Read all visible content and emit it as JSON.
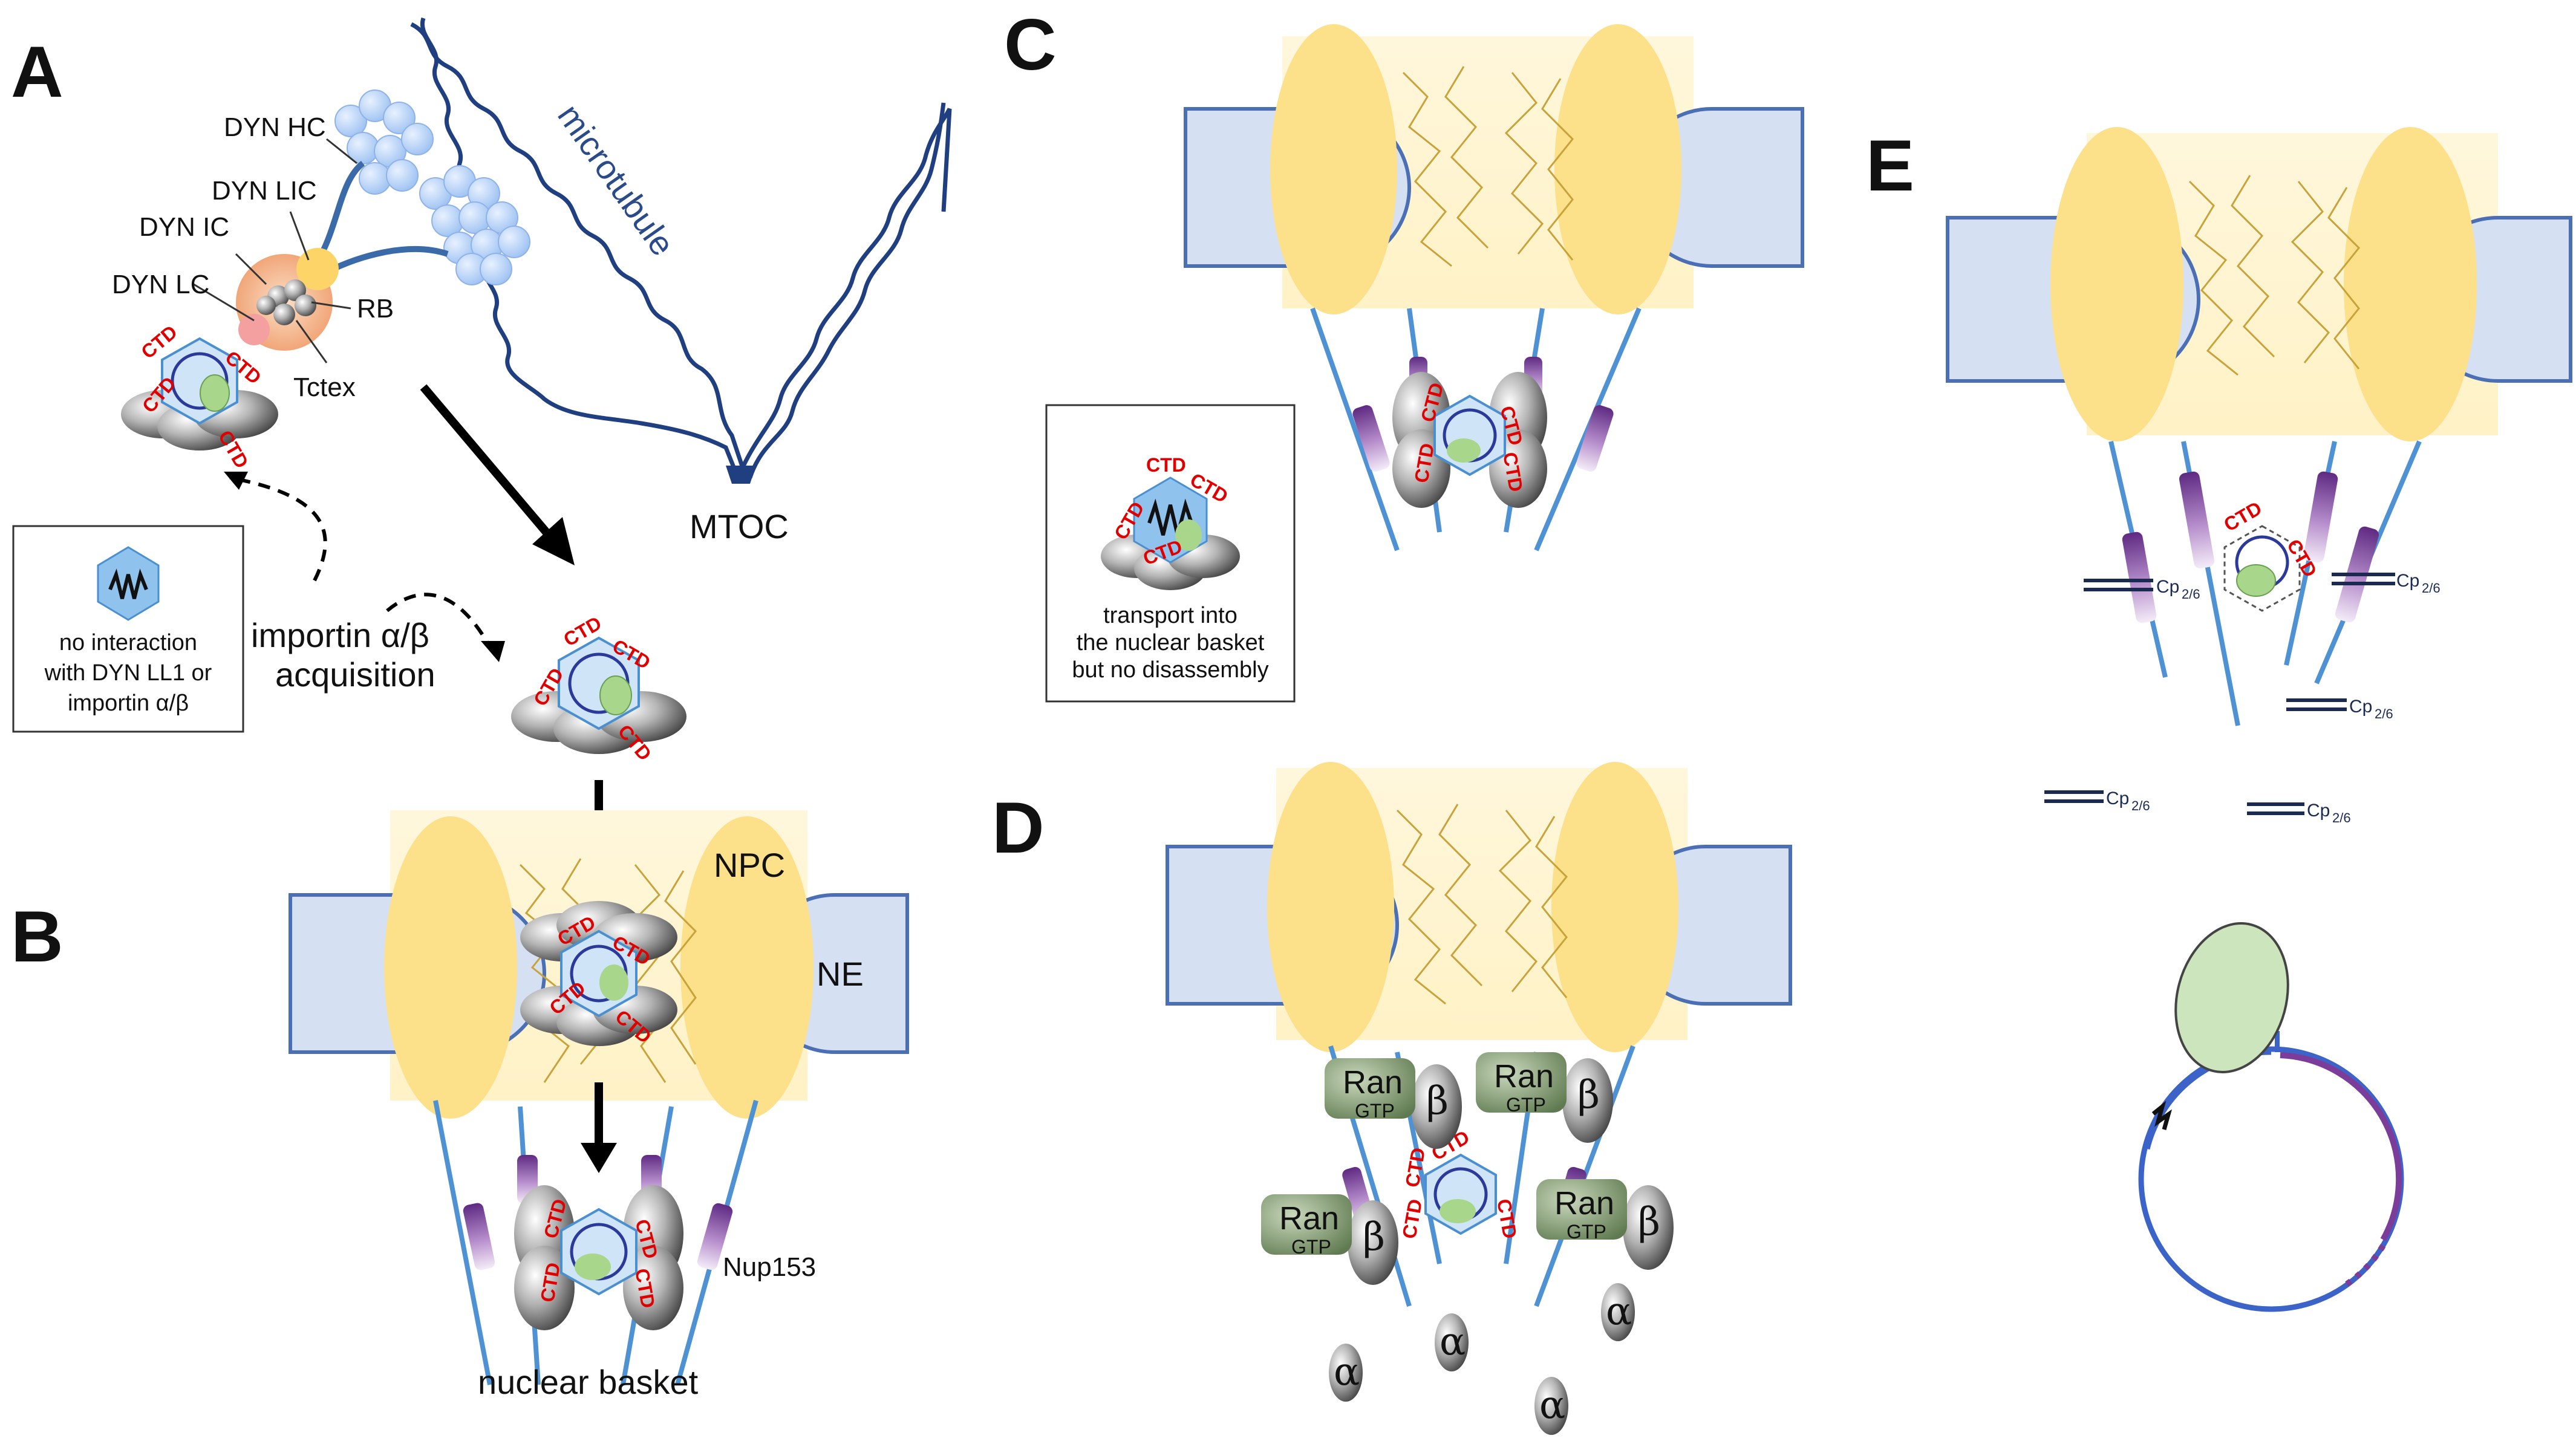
{
  "panels": {
    "a": "A",
    "b": "B",
    "c": "C",
    "d": "D",
    "e": "E"
  },
  "labels": {
    "dyn_hc": "DYN HC",
    "dyn_lic": "DYN LIC",
    "dyn_ic": "DYN IC",
    "dyn_lc": "DYN LC",
    "rb": "RB",
    "tctex": "Tctex",
    "microtubule": "microtubule",
    "mtoc": "MTOC",
    "importin_line1": "importin α/β",
    "importin_line2": "acquisition",
    "npc": "NPC",
    "ne": "NE",
    "nup153": "Nup153",
    "nuclear_basket": "nuclear basket",
    "ctd": "CTD",
    "ran": "Ran",
    "gtp": "GTP",
    "beta": "β",
    "alpha": "α",
    "cp": "Cp",
    "cp_sub": "2/6"
  },
  "box_a": [
    "no interaction",
    "with DYN LL1 or",
    "importin α/β"
  ],
  "box_c": [
    "transport into",
    "the nuclear basket",
    "but no disassembly"
  ],
  "colors": {
    "pore_yellow": "#fde08a",
    "membrane_fill": "#d6e0f3",
    "membrane_stroke": "#4a6fb5",
    "fiber_blue": "#4f92d4",
    "nup_purple": "#7b3c9a",
    "ctd_red": "#e00000",
    "ran_green": "#7d9a6a",
    "mt_navy": "#1f3f80",
    "genome_blue": "#3c64c8"
  }
}
